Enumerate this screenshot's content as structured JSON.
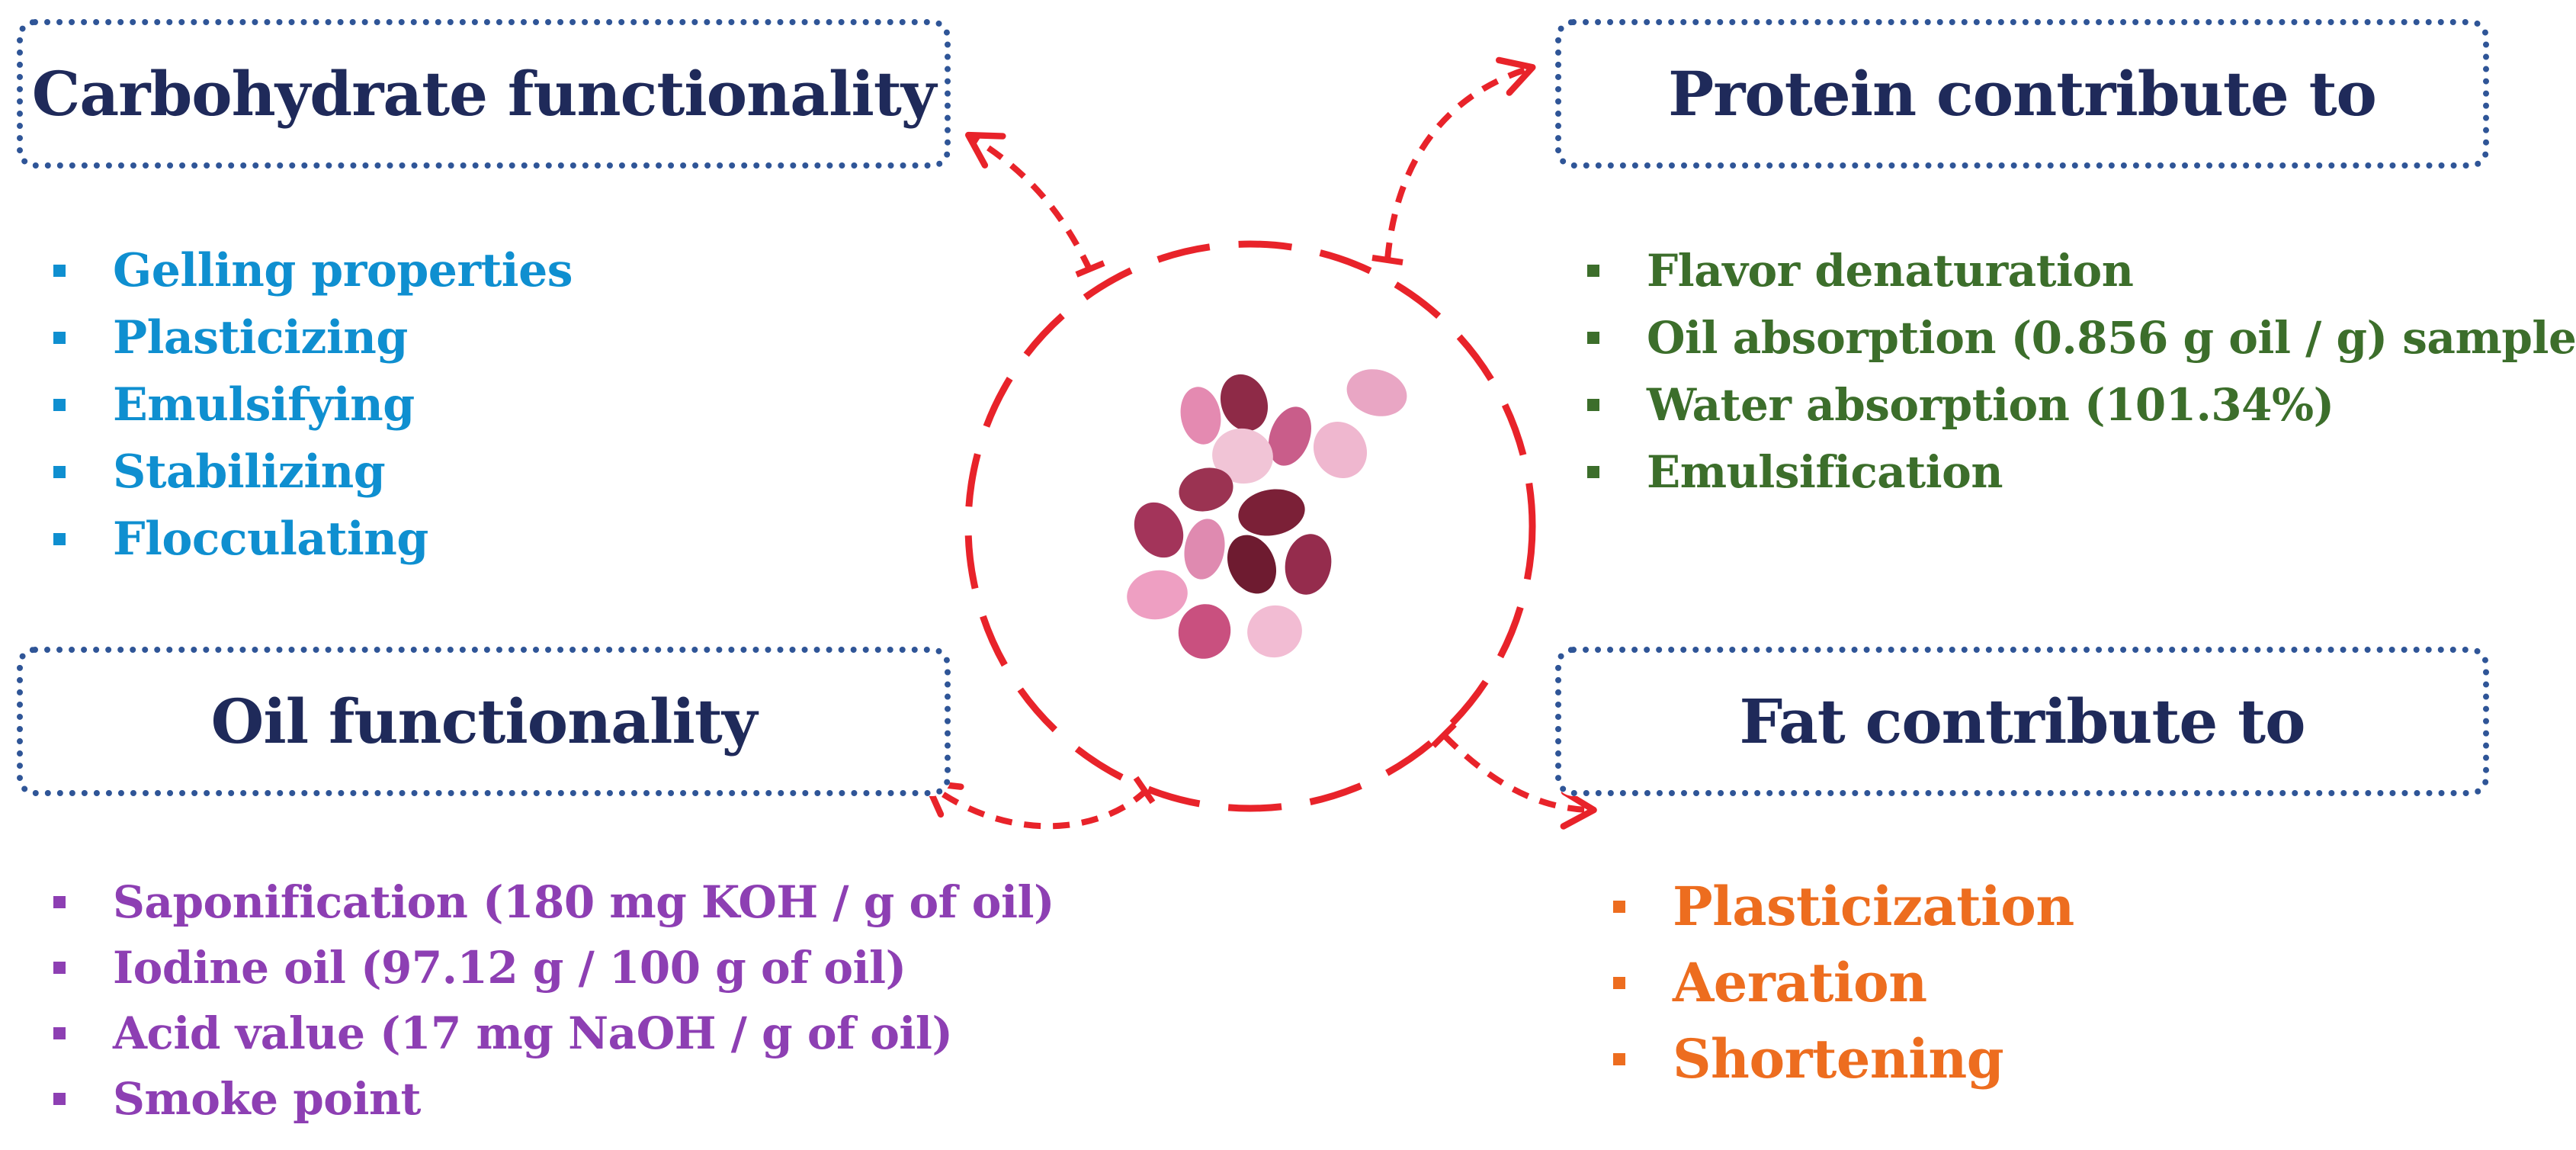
{
  "colors": {
    "box_border": "#2f5597",
    "box_title": "#1f2a5a",
    "connector": "#e8232a",
    "carbohydrate": "#0f8fd0",
    "protein": "#3c6e2b",
    "oil": "#8d3fb3",
    "fat": "#ed6d1f"
  },
  "carbohydrate": {
    "title": "Carbohydrate functionality",
    "items": [
      "Gelling properties",
      "Plasticizing",
      "Emulsifying",
      "Stabilizing",
      "Flocculating"
    ]
  },
  "protein": {
    "title": "Protein contribute to",
    "items": [
      "Flavor denaturation",
      "Oil absorption (0.856 g oil / g) sample",
      "Water absorption (101.34%)",
      "Emulsification"
    ]
  },
  "oil": {
    "title": "Oil functionality",
    "items": [
      "Saponification (180 mg KOH / g of oil)",
      "Iodine oil (97.12 g / 100 g of oil)",
      "Acid value (17 mg NaOH / g of oil)",
      "Smoke point"
    ]
  },
  "fat": {
    "title": "Fat contribute to",
    "items": [
      "Plasticization",
      "Aeration",
      "Shortening"
    ]
  },
  "center_image": "bean-seeds-icon"
}
